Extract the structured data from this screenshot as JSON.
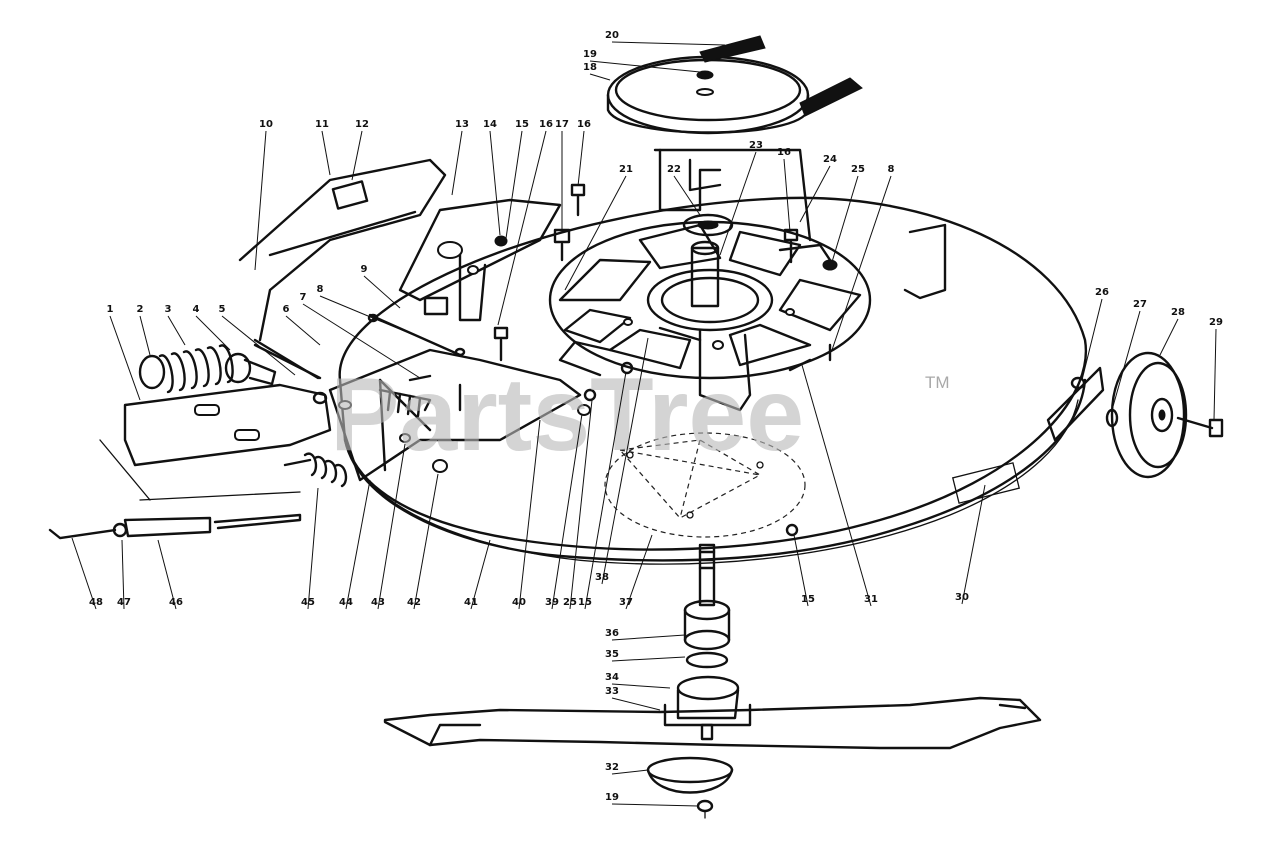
{
  "watermark": {
    "text": "PartsTree",
    "trademark": "TM"
  },
  "callouts": [
    {
      "id": "c1",
      "label": "1"
    },
    {
      "id": "c2",
      "label": "2"
    },
    {
      "id": "c3",
      "label": "3"
    },
    {
      "id": "c4",
      "label": "4"
    },
    {
      "id": "c5",
      "label": "5"
    },
    {
      "id": "c6",
      "label": "6"
    },
    {
      "id": "c7",
      "label": "7"
    },
    {
      "id": "c8a",
      "label": "8"
    },
    {
      "id": "c9",
      "label": "9"
    },
    {
      "id": "c10",
      "label": "10"
    },
    {
      "id": "c11",
      "label": "11"
    },
    {
      "id": "c12",
      "label": "12"
    },
    {
      "id": "c13",
      "label": "13"
    },
    {
      "id": "c14",
      "label": "14"
    },
    {
      "id": "c15a",
      "label": "15"
    },
    {
      "id": "c16a",
      "label": "16"
    },
    {
      "id": "c17",
      "label": "17"
    },
    {
      "id": "c16b",
      "label": "16"
    },
    {
      "id": "c18",
      "label": "18"
    },
    {
      "id": "c19a",
      "label": "19"
    },
    {
      "id": "c20",
      "label": "20"
    },
    {
      "id": "c21",
      "label": "21"
    },
    {
      "id": "c22",
      "label": "22"
    },
    {
      "id": "c23",
      "label": "23"
    },
    {
      "id": "c16c",
      "label": "16"
    },
    {
      "id": "c24",
      "label": "24"
    },
    {
      "id": "c25a",
      "label": "25"
    },
    {
      "id": "c8b",
      "label": "8"
    },
    {
      "id": "c26",
      "label": "26"
    },
    {
      "id": "c27",
      "label": "27"
    },
    {
      "id": "c28",
      "label": "28"
    },
    {
      "id": "c29",
      "label": "29"
    },
    {
      "id": "c30",
      "label": "30"
    },
    {
      "id": "c31",
      "label": "31"
    },
    {
      "id": "c15b",
      "label": "15"
    },
    {
      "id": "c37",
      "label": "37"
    },
    {
      "id": "c38",
      "label": "38"
    },
    {
      "id": "c15c",
      "label": "15"
    },
    {
      "id": "c25b",
      "label": "25"
    },
    {
      "id": "c39",
      "label": "39"
    },
    {
      "id": "c40",
      "label": "40"
    },
    {
      "id": "c41",
      "label": "41"
    },
    {
      "id": "c42",
      "label": "42"
    },
    {
      "id": "c43",
      "label": "43"
    },
    {
      "id": "c44",
      "label": "44"
    },
    {
      "id": "c45",
      "label": "45"
    },
    {
      "id": "c46",
      "label": "46"
    },
    {
      "id": "c47",
      "label": "47"
    },
    {
      "id": "c48",
      "label": "48"
    },
    {
      "id": "c36",
      "label": "36"
    },
    {
      "id": "c35",
      "label": "35"
    },
    {
      "id": "c34",
      "label": "34"
    },
    {
      "id": "c33",
      "label": "33"
    },
    {
      "id": "c32",
      "label": "32"
    },
    {
      "id": "c19b",
      "label": "19"
    }
  ]
}
